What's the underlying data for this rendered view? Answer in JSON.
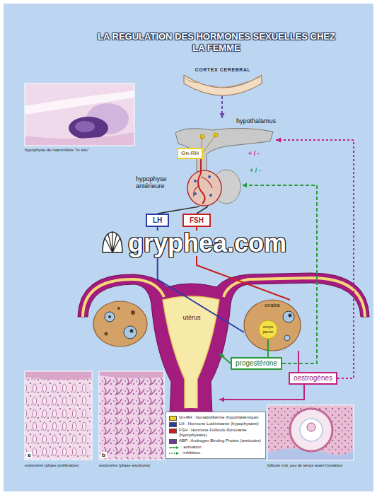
{
  "diagram": {
    "title": "LA REGULATION DES HORMONES SEXUELLES CHEZ LA FEMME",
    "nodes": [
      {
        "text": [
          "CORTEX CEREBRAL"
        ]
      },
      {
        "text": [
          "hypothalamus"
        ]
      },
      {
        "text": [
          "Gn-RH"
        ]
      },
      {
        "text": [
          "hypophyse antérieure"
        ]
      },
      {
        "text": [
          "LH"
        ]
      },
      {
        "text": [
          "FSH"
        ]
      },
      {
        "text": [
          "ovaire"
        ]
      },
      {
        "text": [
          "corps jaune"
        ],
        "in": 6
      },
      {
        "text": [
          "utérus"
        ]
      },
      {
        "text": [
          "progestérone"
        ]
      },
      {
        "text": [
          "oestrogènes"
        ]
      }
    ],
    "edges": [
      {
        "from": 0,
        "to": 1,
        "arrow": "to"
      },
      {
        "from": 3,
        "to": 4,
        "arrow": "none"
      },
      {
        "from": 3,
        "to": 5,
        "arrow": "none"
      },
      {
        "from": 4,
        "to": 6,
        "arrow": "none"
      },
      {
        "from": 5,
        "to": 6,
        "arrow": "none"
      },
      {
        "from": 7,
        "to": 9,
        "arrow": "none"
      },
      {
        "from": 6,
        "to": 10,
        "arrow": "none"
      },
      {
        "from": 9,
        "to": 8,
        "arrow": "to"
      },
      {
        "from": 10,
        "to": 8,
        "arrow": "to"
      },
      {
        "from": 9,
        "to": 3,
        "label": "+ / -",
        "arrow": "to"
      },
      {
        "from": 10,
        "to": 1,
        "label": "+ / -",
        "arrow": "to"
      }
    ],
    "labels": [
      "gryphea.com",
      "hypophyse de mammifère \"in situ\"",
      "a",
      "b",
      "endomètre (phase proliférative)",
      "endomètre (phase sécrétoire)",
      "follicule mûr, peu de temps avant l'ovulation"
    ],
    "legend": [
      {
        "text": "Gn-RH : Gonadolibérine (hypothalamique)",
        "color": "#f0d020"
      },
      {
        "text": "LH : Hormone Lutéinisante (hypophysaire)",
        "color": "#2a3fa0"
      },
      {
        "text": "FSH : Hormone Folliculo-Stimulante (hypophysaire)",
        "color": "#c82020"
      },
      {
        "text": "ABP : Androgen Binding Protein (testicules)",
        "color": "#6a3d9a"
      },
      {
        "text": ": activation"
      },
      {
        "text": ": inhibition"
      }
    ]
  }
}
